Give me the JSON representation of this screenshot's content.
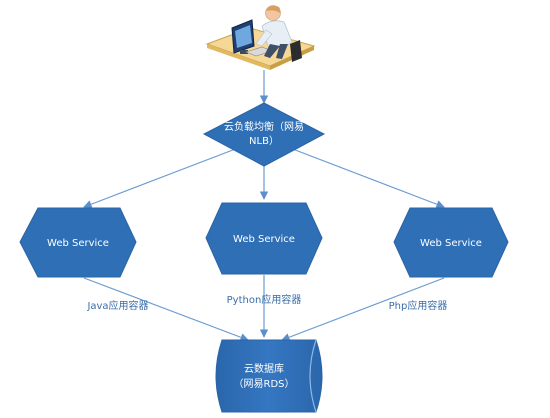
{
  "nodes": {
    "load_balancer": {
      "line1": "云负载均衡（网易",
      "line2": "NLB）"
    },
    "web_services": [
      {
        "label": "Web Service",
        "container": "Java应用容器"
      },
      {
        "label": "Web Service",
        "container": "Python应用容器"
      },
      {
        "label": "Web Service",
        "container": "Php应用容器"
      }
    ],
    "database": {
      "line1": "云数据库",
      "line2": "（网易RDS）"
    }
  },
  "icons": {
    "user": "user-at-computer-icon"
  },
  "colors": {
    "node_fill": "#2e6fb6",
    "node_fill_light": "#4a8ad0",
    "edge": "#6b9bd2",
    "label_text": "#3a6ea8"
  }
}
